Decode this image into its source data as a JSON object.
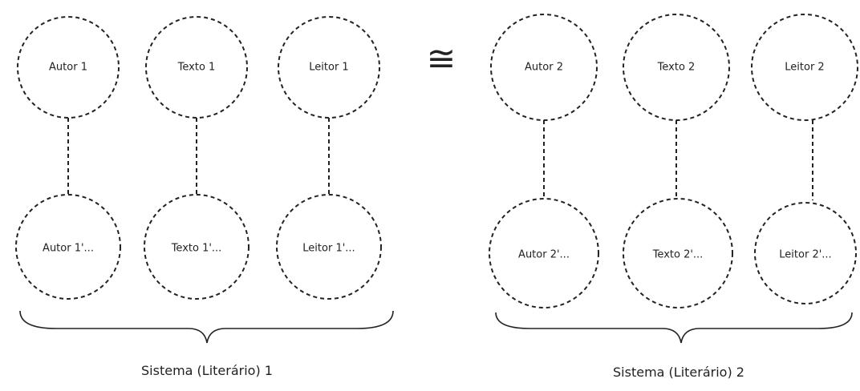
{
  "equivalence_symbol": "≅",
  "systems": [
    {
      "label": "Sistema (Literário) 1",
      "top": [
        "Autor 1",
        "Texto 1",
        "Leitor 1"
      ],
      "bottom": [
        "Autor 1'...",
        "Texto 1'...",
        "Leitor 1'..."
      ]
    },
    {
      "label": "Sistema (Literário) 2",
      "top": [
        "Autor 2",
        "Texto 2",
        "Leitor 2"
      ],
      "bottom": [
        "Autor 2'...",
        "Texto 2'...",
        "Leitor 2'..."
      ]
    }
  ]
}
